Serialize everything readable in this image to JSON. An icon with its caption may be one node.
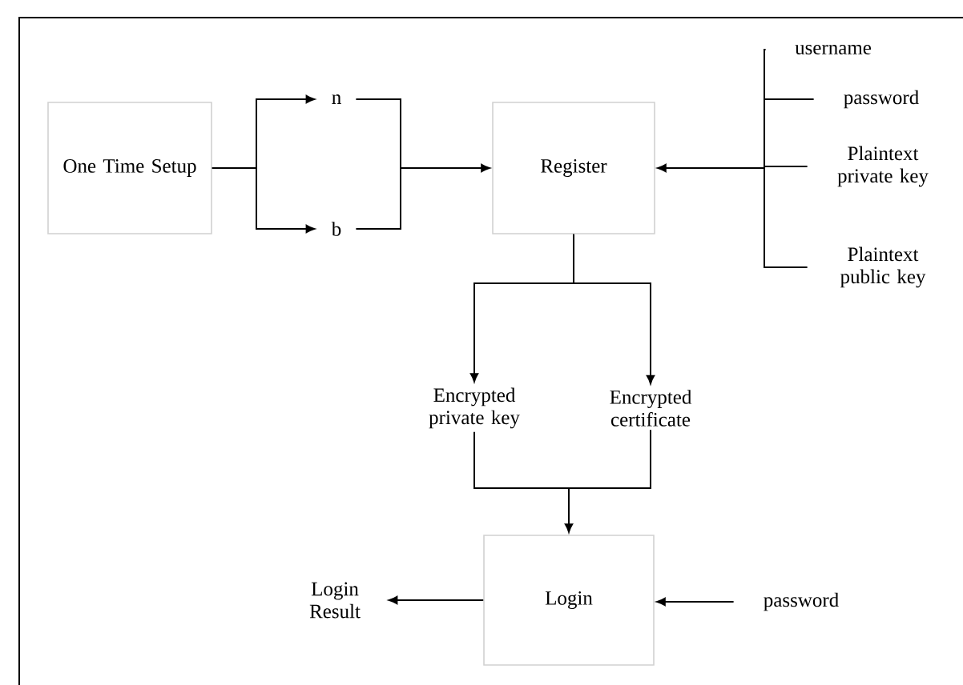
{
  "diagram": {
    "nodes": [
      {
        "text": [
          "One Time Setup"
        ]
      },
      {
        "text": [
          "n"
        ]
      },
      {
        "text": [
          "b"
        ]
      },
      {
        "text": [
          "Register"
        ]
      },
      {
        "text": [
          "username"
        ]
      },
      {
        "text": [
          "password"
        ]
      },
      {
        "text": [
          "Plaintext private key"
        ]
      },
      {
        "text": [
          "Plaintext public key"
        ]
      },
      {
        "text": [
          "Encrypted private key"
        ]
      },
      {
        "text": [
          "Encrypted certificate"
        ]
      },
      {
        "text": [
          "Login"
        ]
      },
      {
        "text": [
          "Login Result"
        ]
      },
      {
        "text": [
          "password"
        ]
      }
    ],
    "edges": [
      {
        "from": 0,
        "to": 1,
        "arrow": "to"
      },
      {
        "from": 0,
        "to": 2,
        "arrow": "to"
      },
      {
        "from": 1,
        "to": 3,
        "arrow": "to"
      },
      {
        "from": 2,
        "to": 3,
        "arrow": "to"
      },
      {
        "from": 4,
        "to": 3,
        "arrow": "to"
      },
      {
        "from": 5,
        "to": 3,
        "arrow": "to"
      },
      {
        "from": 6,
        "to": 3,
        "arrow": "to"
      },
      {
        "from": 7,
        "to": 3,
        "arrow": "to"
      },
      {
        "from": 3,
        "to": 8,
        "arrow": "to"
      },
      {
        "from": 3,
        "to": 9,
        "arrow": "to"
      },
      {
        "from": 8,
        "to": 10,
        "arrow": "to"
      },
      {
        "from": 9,
        "to": 10,
        "arrow": "to"
      },
      {
        "from": 10,
        "to": 11,
        "arrow": "to"
      },
      {
        "from": 12,
        "to": 10,
        "arrow": "to"
      }
    ]
  }
}
